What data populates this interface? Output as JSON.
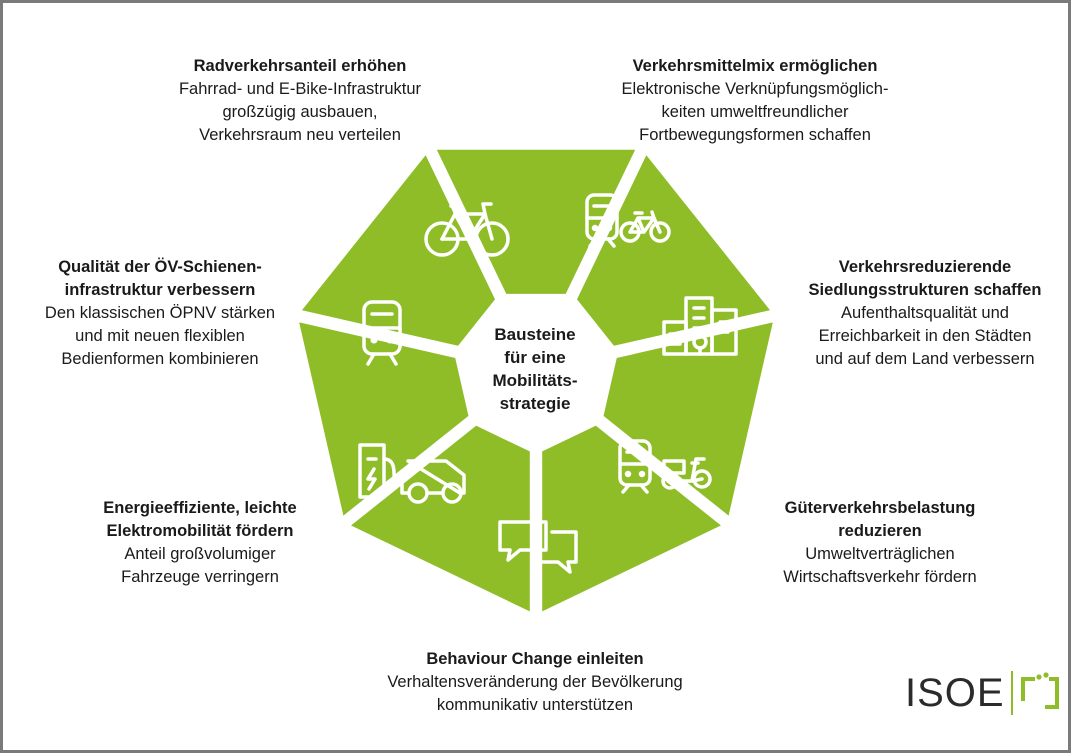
{
  "center": [
    "Bausteine",
    "für eine",
    "Mobilitäts-",
    "strategie"
  ],
  "segments": [
    {
      "icon": "bicycle-icon",
      "title": [
        "Radverkehrsanteil erhöhen"
      ],
      "body": [
        "Fahrrad- und E-Bike-Infrastruktur",
        "großzügig ausbauen,",
        "Verkehrsraum neu verteilen"
      ]
    },
    {
      "icon": "train-and-bicycle-icon",
      "title": [
        "Verkehrsmittelmix ermöglichen"
      ],
      "body": [
        "Elektronische Verknüpfungsmöglich-",
        "keiten umweltfreundlicher",
        "Fortbewegungsformen schaffen"
      ]
    },
    {
      "icon": "city-buildings-icon",
      "title": [
        "Verkehrsreduzierende",
        "Siedlungsstrukturen schaffen"
      ],
      "body": [
        "Aufenthaltsqualität und",
        "Erreichbarkeit in den Städten",
        "und auf dem Land verbessern"
      ]
    },
    {
      "icon": "train-and-cargo-bike-icon",
      "title": [
        "Güterverkehrsbelastung",
        "reduzieren"
      ],
      "body": [
        "Umweltverträglichen",
        "Wirtschaftsverkehr fördern"
      ]
    },
    {
      "icon": "speech-bubbles-icon",
      "title": [
        "Behaviour Change einleiten"
      ],
      "body": [
        "Verhaltensveränderung der Bevölkerung",
        "kommunikativ unterstützen"
      ]
    },
    {
      "icon": "charging-station-electric-car-icon",
      "title": [
        "Energieeffiziente, leichte",
        "Elektromobilität fördern"
      ],
      "body": [
        "Anteil großvolumiger",
        "Fahrzeuge verringern"
      ]
    },
    {
      "icon": "train-icon",
      "title": [
        "Qualität der ÖV-Schienen-",
        "infrastruktur verbessern"
      ],
      "body": [
        "Den klassischen ÖPNV stärken",
        "und mit neuen flexiblen",
        "Bedienformen kombinieren"
      ]
    }
  ],
  "logo": {
    "text": "ISOE",
    "icon": "isoe-bracket-logo-icon"
  },
  "colors": {
    "segment": "#8fbd28",
    "text": "#1a1a1a",
    "border": "#7a7a7a",
    "icon": "#ffffff"
  }
}
